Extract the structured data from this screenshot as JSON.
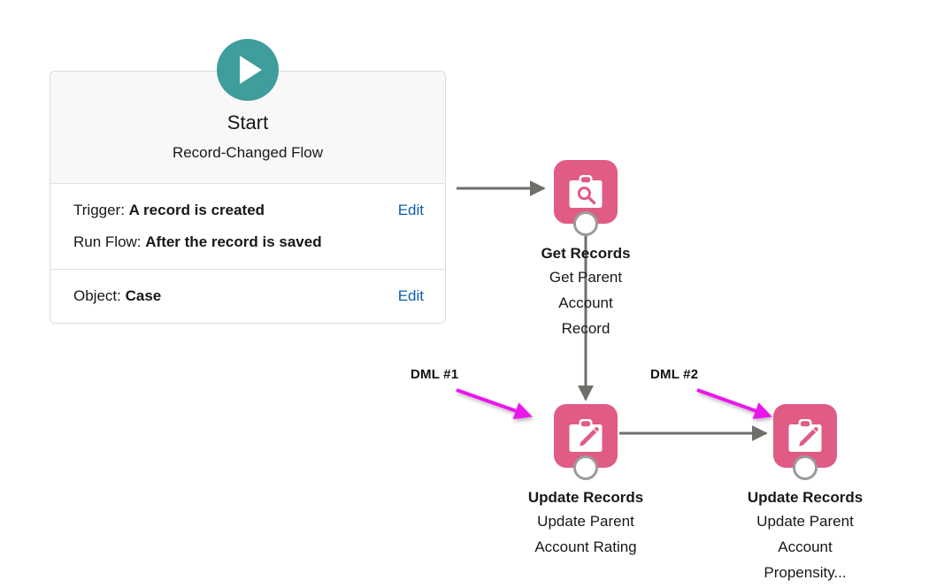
{
  "start_card": {
    "icon": "play-icon",
    "title": "Start",
    "subtitle": "Record-Changed Flow",
    "rows": [
      {
        "lines": [
          {
            "label": "Trigger: ",
            "value": "A record is created"
          },
          {
            "label": "Run Flow: ",
            "value": "After the record is saved"
          }
        ],
        "edit_label": "Edit"
      },
      {
        "lines": [
          {
            "label": "Object: ",
            "value": "Case"
          }
        ],
        "edit_label": "Edit"
      }
    ]
  },
  "nodes": [
    {
      "id": "get-records",
      "icon": "clipboard-search-icon",
      "label": "Get Records",
      "desc_line1": "Get Parent Account",
      "desc_line2": "Record"
    },
    {
      "id": "update-records-1",
      "icon": "clipboard-pencil-icon",
      "label": "Update Records",
      "desc_line1": "Update Parent",
      "desc_line2": "Account Rating"
    },
    {
      "id": "update-records-2",
      "icon": "clipboard-pencil-icon",
      "label": "Update Records",
      "desc_line1": "Update Parent",
      "desc_line2": "Account Propensity..."
    }
  ],
  "annotations": [
    {
      "id": "dml-1",
      "text": "DML #1"
    },
    {
      "id": "dml-2",
      "text": "DML #2"
    }
  ],
  "colors": {
    "node_pink": "#e05c84",
    "start_teal": "#3f9d9b",
    "connector_gray": "#706e6b",
    "annotation_magenta": "#ec13ec",
    "edit_link_blue": "#0b5cab"
  }
}
